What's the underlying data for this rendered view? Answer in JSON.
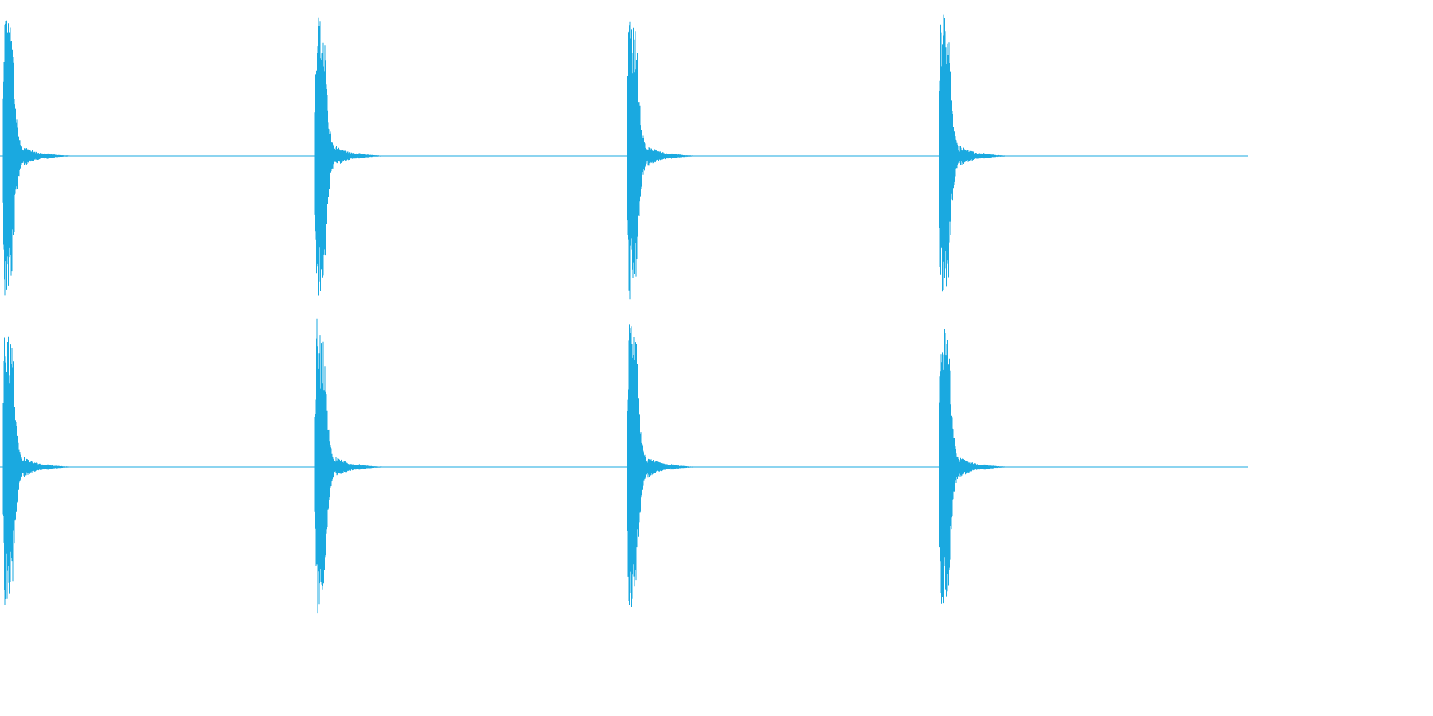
{
  "waveform": {
    "color": "#1aa9e0",
    "background": "#ffffff",
    "channels": [
      {
        "name": "",
        "peak_amplitude": [
          0.97,
          0.97,
          0.99,
          1.0
        ]
      },
      {
        "name": "",
        "peak_amplitude": [
          0.97,
          0.96,
          0.98,
          0.99
        ]
      }
    ],
    "transient_count": 4,
    "transient_positions": [
      0.0,
      0.25,
      0.5,
      0.75
    ]
  }
}
